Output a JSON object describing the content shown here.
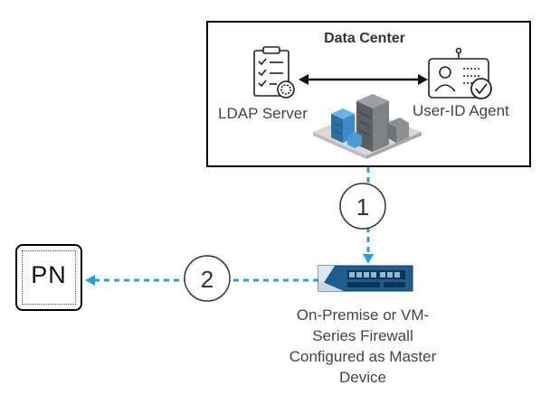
{
  "data_center": {
    "title": "Data Center"
  },
  "nodes": {
    "ldap_server": "LDAP Server",
    "userid_agent": "User-ID Agent",
    "firewall_lines": [
      "On-Premise or VM-",
      "Series Firewall",
      "Configured as Master",
      "Device"
    ],
    "pn_device": "PN"
  },
  "steps": {
    "step1": "1",
    "step2": "2"
  },
  "colors": {
    "connector": "#2a9fd8",
    "firewall_blue": "#1f5d8f",
    "building_blue": "#3a8cc9"
  }
}
